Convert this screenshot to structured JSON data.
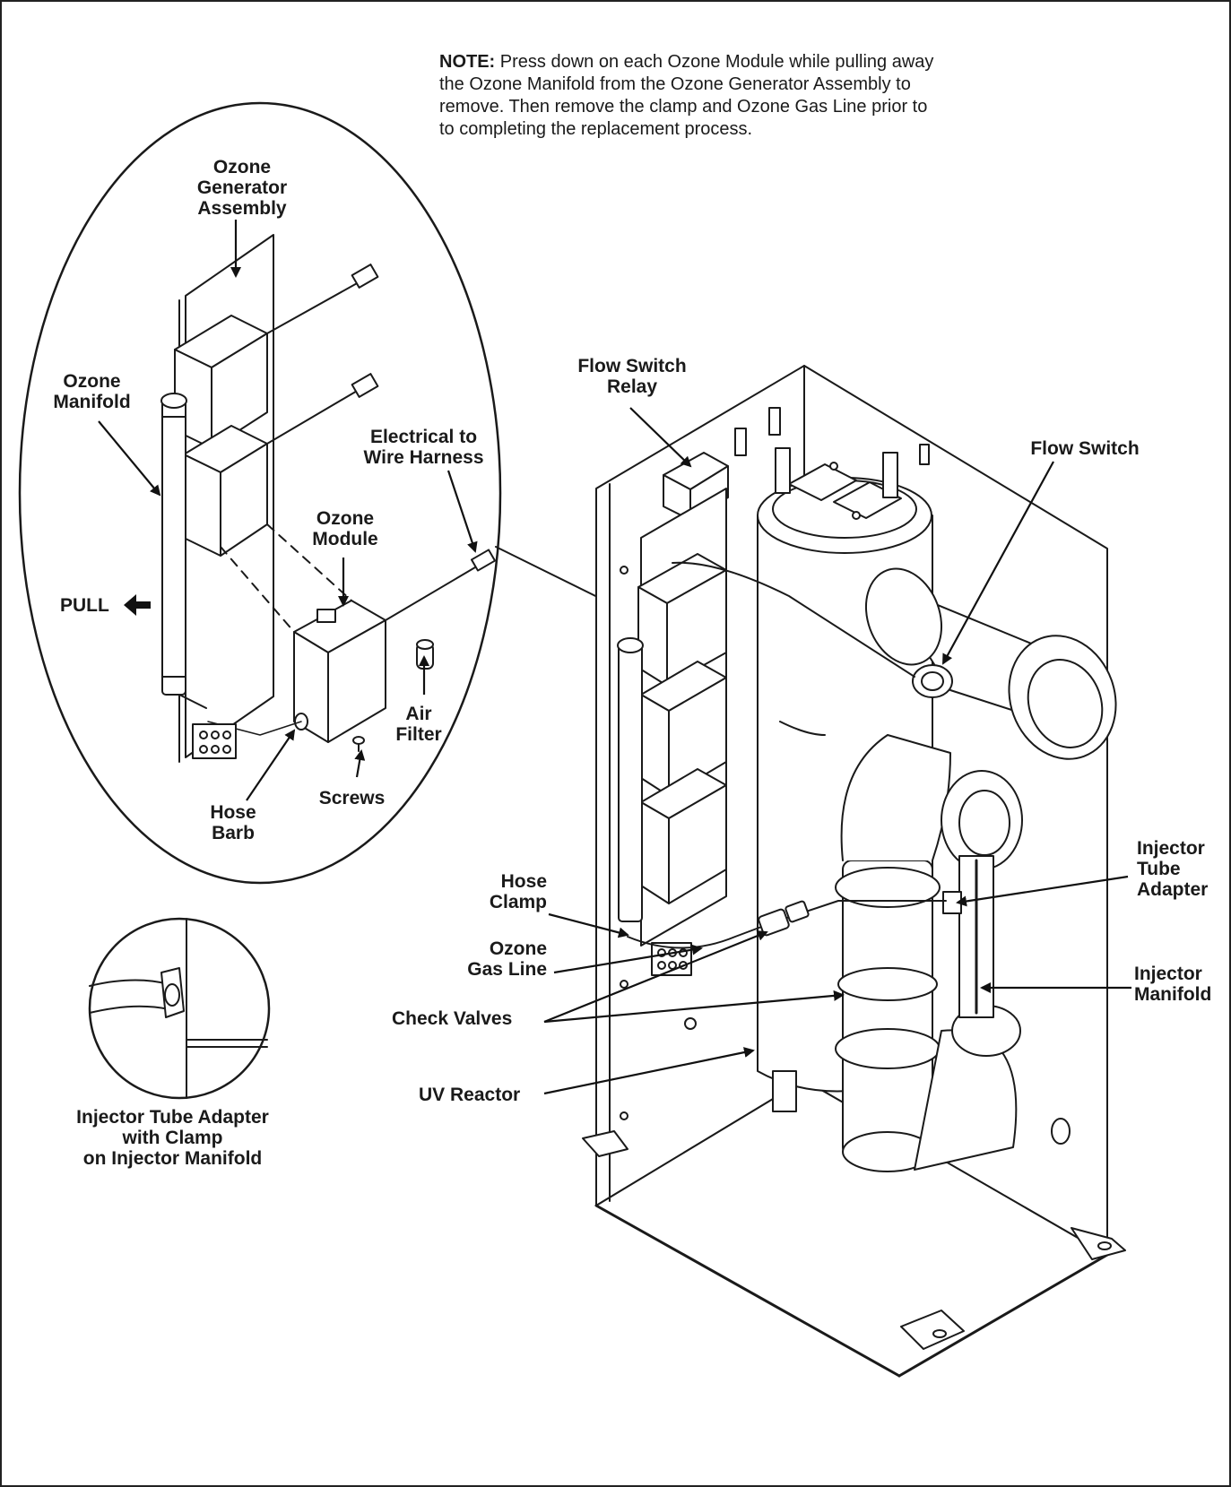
{
  "note": {
    "heading": "NOTE:",
    "text": "Press down on each Ozone Module while pulling away the Ozone Manifold from the Ozone Generator Assembly to remove. Then remove the clamp and Ozone Gas Line prior to to completing the replacement process."
  },
  "labels": {
    "ozone_generator_assembly": "Ozone\nGenerator\nAssembly",
    "ozone_manifold": "Ozone\nManifold",
    "electrical_to_wire_harness": "Electrical to\nWire Harness",
    "ozone_module": "Ozone\nModule",
    "pull": "PULL",
    "air_filter": "Air\nFilter",
    "screws": "Screws",
    "hose_barb": "Hose\nBarb",
    "injector_tube_adapter_detail": "Injector Tube Adapter\nwith Clamp\non Injector Manifold",
    "flow_switch_relay": "Flow Switch\nRelay",
    "flow_switch": "Flow Switch",
    "injector_tube_adapter": "Injector\nTube\nAdapter",
    "injector_manifold": "Injector\nManifold",
    "hose_clamp": "Hose\nClamp",
    "ozone_gas_line": "Ozone\nGas Line",
    "check_valves": "Check Valves",
    "uv_reactor": "UV Reactor"
  }
}
